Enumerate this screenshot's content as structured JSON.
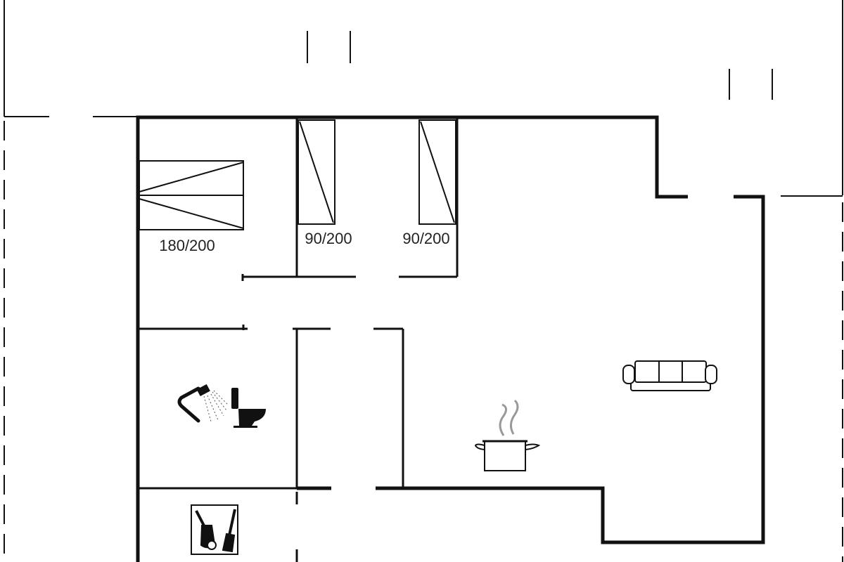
{
  "floorplan": {
    "beds": [
      {
        "label": "180/200",
        "type": "double"
      },
      {
        "label": "90/200",
        "type": "single"
      },
      {
        "label": "90/200",
        "type": "single"
      }
    ],
    "icons": {
      "shower": "shower-icon",
      "toilet": "toilet-icon",
      "cooking_pot": "cooking-pot-icon",
      "sofa": "sofa-icon",
      "cleaning_supplies": "cleaning-tools-icon"
    }
  }
}
